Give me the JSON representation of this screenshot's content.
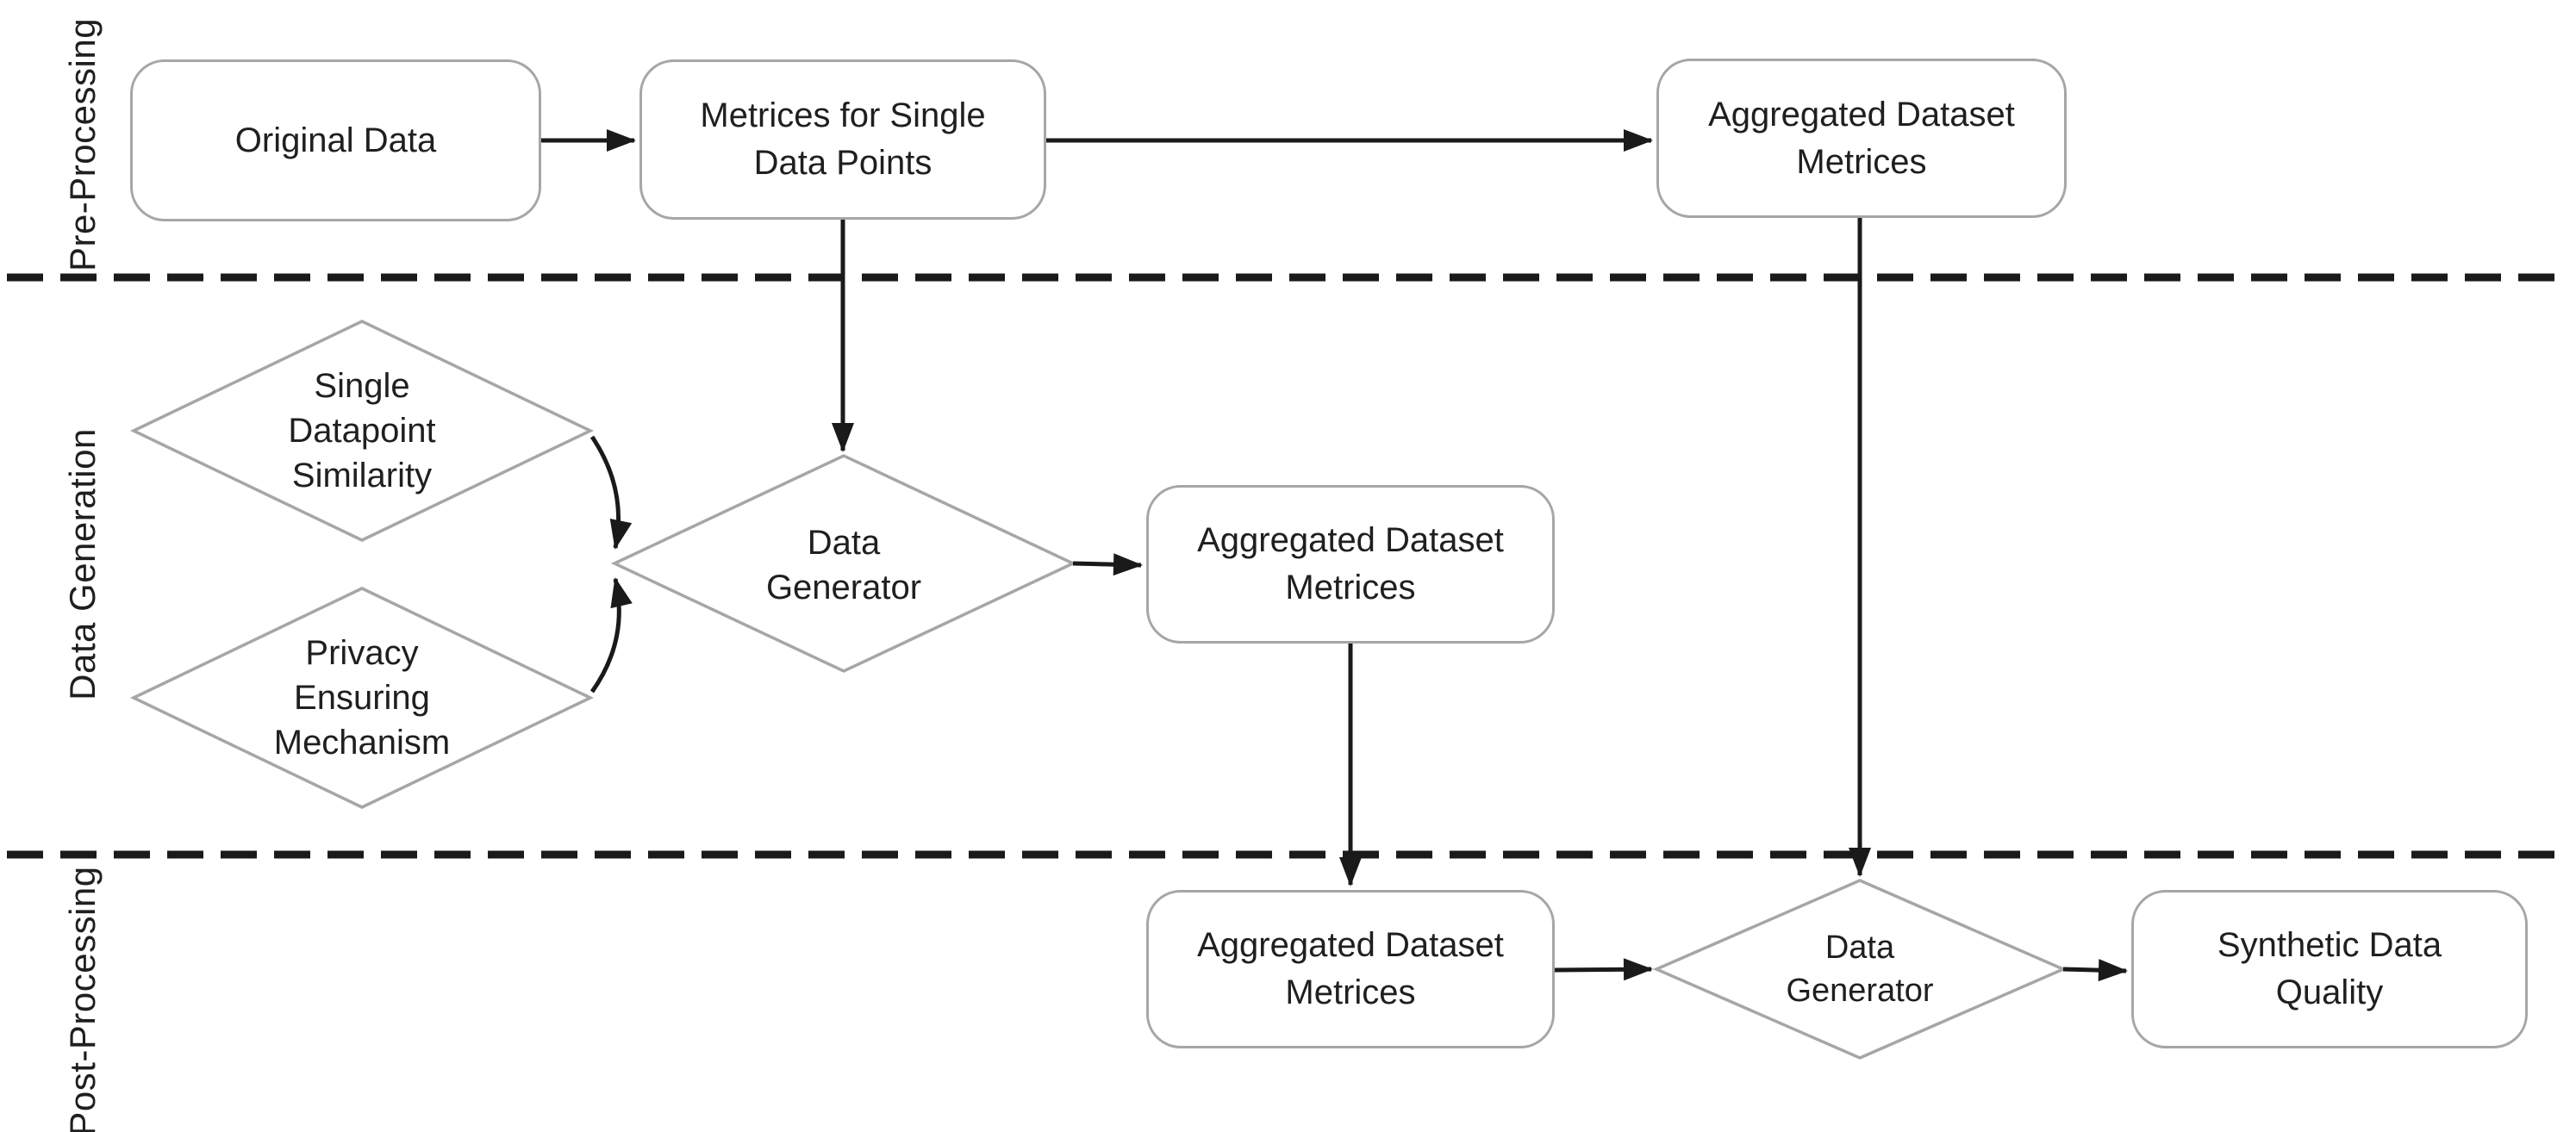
{
  "diagram": {
    "title": "Synthetic data generation pipeline flowchart",
    "colors": {
      "background": "#ffffff",
      "shape_border": "#a6a6a6",
      "arrow": "#1a1a1a",
      "lane_divider": "#1a1a1a",
      "text": "#1f1f1f"
    },
    "lanes": [
      {
        "id": "pre-processing",
        "label": "Pre-Processing"
      },
      {
        "id": "data-generation",
        "label": "Data Generation"
      },
      {
        "id": "post-processing",
        "label": "Post-Processing"
      }
    ],
    "nodes": {
      "original_data": {
        "shape": "rounded-rect",
        "label": "Original Data"
      },
      "metrices_single": {
        "shape": "rounded-rect",
        "label": "Metrices for Single\nData Points"
      },
      "aggregated_top": {
        "shape": "rounded-rect",
        "label": "Aggregated Dataset\nMetrices"
      },
      "single_datapoint_similarity": {
        "shape": "diamond",
        "label": "Single\nDatapoint\nSimilarity"
      },
      "privacy_ensuring_mechanism": {
        "shape": "diamond",
        "label": "Privacy\nEnsuring\nMechanism"
      },
      "data_generator_mid": {
        "shape": "diamond",
        "label": "Data\nGenerator"
      },
      "aggregated_mid": {
        "shape": "rounded-rect",
        "label": "Aggregated Dataset\nMetrices"
      },
      "aggregated_bottom": {
        "shape": "rounded-rect",
        "label": "Aggregated Dataset\nMetrices"
      },
      "data_generator_bottom": {
        "shape": "diamond",
        "label": "Data\nGenerator"
      },
      "synthetic_quality": {
        "shape": "rounded-rect",
        "label": "Synthetic Data\nQuality"
      }
    },
    "edges": [
      {
        "from": "original_data",
        "to": "metrices_single"
      },
      {
        "from": "metrices_single",
        "to": "aggregated_top"
      },
      {
        "from": "metrices_single",
        "to": "data_generator_mid"
      },
      {
        "from": "single_datapoint_similarity",
        "to": "data_generator_mid"
      },
      {
        "from": "privacy_ensuring_mechanism",
        "to": "data_generator_mid"
      },
      {
        "from": "data_generator_mid",
        "to": "aggregated_mid"
      },
      {
        "from": "aggregated_mid",
        "to": "aggregated_bottom"
      },
      {
        "from": "aggregated_top",
        "to": "data_generator_bottom"
      },
      {
        "from": "aggregated_bottom",
        "to": "data_generator_bottom"
      },
      {
        "from": "data_generator_bottom",
        "to": "synthetic_quality"
      }
    ]
  }
}
